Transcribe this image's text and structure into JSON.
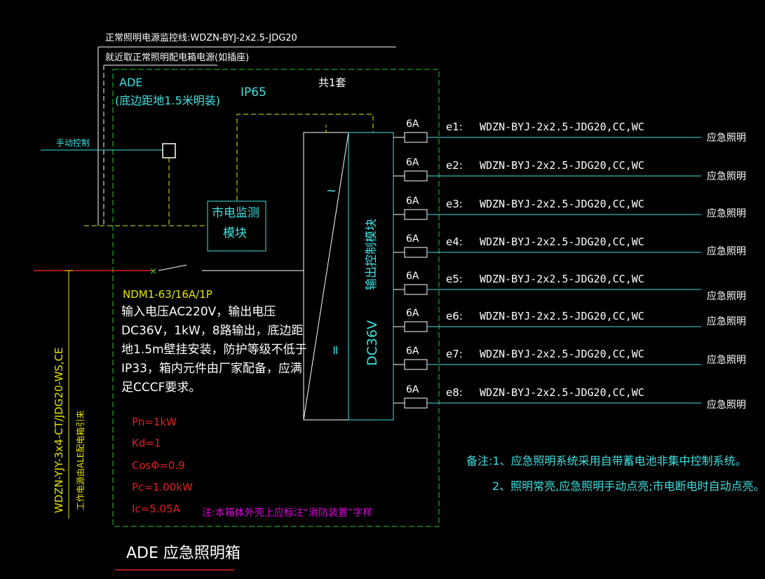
{
  "header": {
    "supply_line": "正常照明电源监控线:WDZN-BYJ-2x2.5-JDG20",
    "supply_note": "就近取正常照明配电箱电源(如插座)"
  },
  "box": {
    "name": "ADE",
    "mount_note": "(底边距地1.5米明装)",
    "ip_rating": "IP65",
    "quantity": "共1套",
    "manual_control": "手动控制",
    "monitor_module": [
      "市电监测",
      "模块"
    ],
    "breaker": "NDM1-63/16A/1P",
    "description": "输入电压AC220V，输出电压DC36V，1kW，8路输出，底边距地1.5m壁挂安装，防护等级不低于IP33，箱内元件由厂家配备，应满足CCCF要求。",
    "output_module": "输出控制模块",
    "dc_label": "DC36V",
    "ac_symbol": "~",
    "dc_symbol": "="
  },
  "incoming": {
    "cable": "WDZN-YJY-3x4-CT/JDG20-WS,CE",
    "source": "工作电源由ALE配电箱引来"
  },
  "calc": {
    "pn": "Pn=1kW",
    "kd": "Kd=1",
    "cos": "CosΦ=0.9",
    "pc": "Pc=1.00kW",
    "ic": "Ic=5.05A"
  },
  "box_note": "注:本箱体外壳上应标注“消防装置”字样",
  "title": "ADE   应急照明箱",
  "circuits": [
    {
      "id": "e1:",
      "breaker": "6A",
      "cable": "WDZN-BYJ-2x2.5-JDG20,CC,WC",
      "load": "应急照明"
    },
    {
      "id": "e2:",
      "breaker": "6A",
      "cable": "WDZN-BYJ-2x2.5-JDG20,CC,WC",
      "load": "应急照明"
    },
    {
      "id": "e3:",
      "breaker": "6A",
      "cable": "WDZN-BYJ-2x2.5-JDG20,CC,WC",
      "load": "应急照明"
    },
    {
      "id": "e4:",
      "breaker": "6A",
      "cable": "WDZN-BYJ-2x2.5-JDG20,CC,WC",
      "load": "应急照明"
    },
    {
      "id": "e5:",
      "breaker": "6A",
      "cable": "WDZN-BYJ-2x2.5-JDG20,CC,WC",
      "load": "应急照明"
    },
    {
      "id": "e6:",
      "breaker": "6A",
      "cable": "WDZN-BYJ-2x2.5-JDG20,CC,WC",
      "load": "应急照明"
    },
    {
      "id": "e7:",
      "breaker": "6A",
      "cable": "WDZN-BYJ-2x2.5-JDG20,CC,WC",
      "load": "应急照明"
    },
    {
      "id": "e8:",
      "breaker": "6A",
      "cable": "WDZN-BYJ-2x2.5-JDG20,CC,WC",
      "load": "应急照明"
    }
  ],
  "remarks": {
    "line1": "备注:1、应急照明系统采用自带蓄电池非集中控制系统。",
    "line2": "2、照明常亮,应急照明手动点亮;市电断电时自动点亮。"
  },
  "colors": {
    "background": "#000000",
    "cyan": "#3fe0e0",
    "green_border": "#28c828",
    "yellow": "#e6e600",
    "red": "#e02020",
    "magenta": "#e000e0",
    "white": "#ffffff"
  }
}
